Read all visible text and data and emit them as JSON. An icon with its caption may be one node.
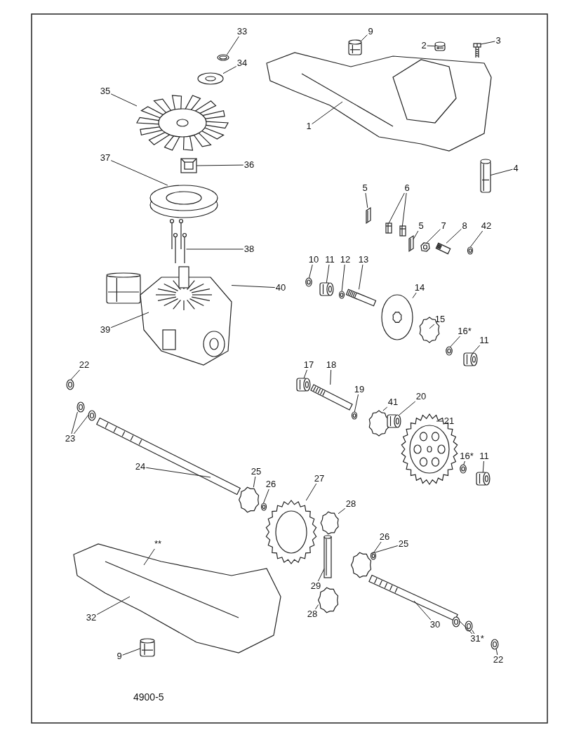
{
  "diagram": {
    "nodes": [
      {
        "text": [
          "33"
        ]
      },
      {
        "text": [
          "9"
        ]
      },
      {
        "text": [
          "2"
        ]
      },
      {
        "text": [
          "3"
        ]
      },
      {
        "text": [
          "34"
        ]
      },
      {
        "text": [
          "35"
        ]
      },
      {
        "text": [
          "1"
        ]
      },
      {
        "text": [
          "36"
        ]
      },
      {
        "text": [
          "37"
        ]
      },
      {
        "text": [
          "4"
        ]
      },
      {
        "text": [
          "5"
        ]
      },
      {
        "text": [
          "6"
        ]
      },
      {
        "text": [
          "5"
        ]
      },
      {
        "text": [
          "7"
        ]
      },
      {
        "text": [
          "8"
        ]
      },
      {
        "text": [
          "42"
        ]
      },
      {
        "text": [
          "38"
        ]
      },
      {
        "text": [
          "10"
        ]
      },
      {
        "text": [
          "11"
        ]
      },
      {
        "text": [
          "12"
        ]
      },
      {
        "text": [
          "13"
        ]
      },
      {
        "text": [
          "40"
        ]
      },
      {
        "text": [
          "14"
        ]
      },
      {
        "text": [
          "15"
        ]
      },
      {
        "text": [
          "16*"
        ]
      },
      {
        "text": [
          "11"
        ]
      },
      {
        "text": [
          "39"
        ]
      },
      {
        "text": [
          "22"
        ]
      },
      {
        "text": [
          "17"
        ]
      },
      {
        "text": [
          "18"
        ]
      },
      {
        "text": [
          "19"
        ]
      },
      {
        "text": [
          "41"
        ]
      },
      {
        "text": [
          "20"
        ]
      },
      {
        "text": [
          "21"
        ]
      },
      {
        "text": [
          "23"
        ]
      },
      {
        "text": [
          "24"
        ]
      },
      {
        "text": [
          "16*"
        ]
      },
      {
        "text": [
          "11"
        ]
      },
      {
        "text": [
          "25"
        ]
      },
      {
        "text": [
          "26"
        ]
      },
      {
        "text": [
          "27"
        ]
      },
      {
        "text": [
          "28"
        ]
      },
      {
        "text": [
          "**"
        ]
      },
      {
        "text": [
          "26"
        ]
      },
      {
        "text": [
          "25"
        ]
      },
      {
        "text": [
          "29"
        ]
      },
      {
        "text": [
          "32"
        ]
      },
      {
        "text": [
          "28"
        ]
      },
      {
        "text": [
          "30"
        ]
      },
      {
        "text": [
          "31*"
        ]
      },
      {
        "text": [
          "22"
        ]
      },
      {
        "text": [
          "9"
        ]
      },
      {
        "text": [],
        "shape": "picture"
      },
      {
        "text": [],
        "shape": "picture"
      },
      {
        "text": [],
        "shape": "picture"
      },
      {
        "text": [],
        "shape": "picture"
      },
      {
        "text": [],
        "shape": "picture"
      },
      {
        "text": [],
        "shape": "picture"
      },
      {
        "text": [],
        "shape": "picture"
      },
      {
        "text": [],
        "shape": "picture"
      },
      {
        "text": [],
        "shape": "picture"
      },
      {
        "text": [],
        "shape": "picture"
      },
      {
        "text": [],
        "shape": "picture"
      },
      {
        "text": [],
        "shape": "picture"
      },
      {
        "text": [],
        "shape": "picture"
      },
      {
        "text": [],
        "shape": "picture"
      },
      {
        "text": [],
        "shape": "picture"
      },
      {
        "text": [],
        "shape": "picture"
      },
      {
        "text": [],
        "shape": "picture"
      },
      {
        "text": [],
        "shape": "picture"
      },
      {
        "text": [],
        "shape": "picture"
      },
      {
        "text": [],
        "shape": "picture"
      },
      {
        "text": [],
        "shape": "picture"
      },
      {
        "text": [],
        "shape": "picture"
      },
      {
        "text": [],
        "shape": "picture"
      },
      {
        "text": [],
        "shape": "picture"
      },
      {
        "text": [],
        "shape": "picture"
      },
      {
        "text": [],
        "shape": "picture"
      },
      {
        "text": [],
        "shape": "picture"
      },
      {
        "text": [],
        "shape": "picture"
      },
      {
        "text": [],
        "shape": "picture"
      },
      {
        "text": [],
        "shape": "picture"
      },
      {
        "text": [],
        "shape": "picture"
      },
      {
        "text": [],
        "shape": "picture"
      },
      {
        "text": [],
        "shape": "picture"
      },
      {
        "text": [],
        "shape": "picture"
      },
      {
        "text": [],
        "shape": "picture"
      },
      {
        "text": [],
        "shape": "picture"
      },
      {
        "text": [],
        "shape": "picture"
      },
      {
        "text": [],
        "shape": "picture"
      },
      {
        "text": [],
        "shape": "picture"
      },
      {
        "text": [],
        "shape": "picture"
      },
      {
        "text": [],
        "shape": "picture"
      },
      {
        "text": [],
        "shape": "picture"
      },
      {
        "text": [],
        "shape": "picture"
      },
      {
        "text": [],
        "shape": "picture"
      },
      {
        "text": [],
        "shape": "picture"
      },
      {
        "text": [],
        "shape": "picture"
      },
      {
        "text": [],
        "shape": "picture"
      },
      {
        "text": [],
        "shape": "picture"
      },
      {
        "text": [],
        "shape": "picture"
      },
      {
        "text": [],
        "shape": "picture"
      },
      {
        "text": [],
        "shape": "picture"
      },
      {
        "text": [],
        "shape": "picture"
      },
      {
        "text": [],
        "shape": "picture"
      }
    ],
    "edges": [
      {
        "from": 0,
        "to": 52,
        "arrow": "none"
      },
      {
        "from": 1,
        "to": 53,
        "arrow": "none"
      },
      {
        "from": 2,
        "to": 54,
        "arrow": "none"
      },
      {
        "from": 3,
        "to": 55,
        "arrow": "none"
      },
      {
        "from": 4,
        "to": 56,
        "arrow": "none"
      },
      {
        "from": 5,
        "to": 57,
        "arrow": "none"
      },
      {
        "from": 6,
        "to": 58,
        "arrow": "none"
      },
      {
        "from": 7,
        "to": 59,
        "arrow": "none"
      },
      {
        "from": 8,
        "to": 60,
        "arrow": "none"
      },
      {
        "from": 9,
        "to": 61,
        "arrow": "none"
      },
      {
        "from": 10,
        "to": 62,
        "arrow": "none"
      },
      {
        "from": 11,
        "to": 63,
        "arrow": "none"
      },
      {
        "from": 11,
        "to": 64,
        "arrow": "none"
      },
      {
        "from": 12,
        "to": 65,
        "arrow": "none"
      },
      {
        "from": 13,
        "to": 66,
        "arrow": "none"
      },
      {
        "from": 14,
        "to": 67,
        "arrow": "none"
      },
      {
        "from": 15,
        "to": 68,
        "arrow": "none"
      },
      {
        "from": 16,
        "to": 69,
        "arrow": "none"
      },
      {
        "from": 17,
        "to": 70,
        "arrow": "none"
      },
      {
        "from": 18,
        "to": 71,
        "arrow": "none"
      },
      {
        "from": 19,
        "to": 72,
        "arrow": "none"
      },
      {
        "from": 20,
        "to": 73,
        "arrow": "none"
      },
      {
        "from": 21,
        "to": 78,
        "arrow": "none"
      },
      {
        "from": 22,
        "to": 74,
        "arrow": "none"
      },
      {
        "from": 23,
        "to": 75,
        "arrow": "none"
      },
      {
        "from": 24,
        "to": 76,
        "arrow": "none"
      },
      {
        "from": 25,
        "to": 77,
        "arrow": "none"
      },
      {
        "from": 26,
        "to": 78,
        "arrow": "none"
      },
      {
        "from": 27,
        "to": 79,
        "arrow": "none"
      },
      {
        "from": 28,
        "to": 80,
        "arrow": "none"
      },
      {
        "from": 29,
        "to": 81,
        "arrow": "none"
      },
      {
        "from": 30,
        "to": 82,
        "arrow": "none"
      },
      {
        "from": 31,
        "to": 83,
        "arrow": "none"
      },
      {
        "from": 32,
        "to": 84,
        "arrow": "none"
      },
      {
        "from": 33,
        "to": 85,
        "arrow": "none"
      },
      {
        "from": 34,
        "to": 86,
        "arrow": "none"
      },
      {
        "from": 34,
        "to": 87,
        "arrow": "none"
      },
      {
        "from": 35,
        "to": 88,
        "arrow": "none"
      },
      {
        "from": 36,
        "to": 89,
        "arrow": "none"
      },
      {
        "from": 37,
        "to": 90,
        "arrow": "none"
      },
      {
        "from": 38,
        "to": 91,
        "arrow": "none"
      },
      {
        "from": 39,
        "to": 92,
        "arrow": "none"
      },
      {
        "from": 40,
        "to": 93,
        "arrow": "none"
      },
      {
        "from": 41,
        "to": 94,
        "arrow": "none"
      },
      {
        "from": 42,
        "to": 95,
        "arrow": "none"
      },
      {
        "from": 43,
        "to": 96,
        "arrow": "none"
      },
      {
        "from": 44,
        "to": 97,
        "arrow": "none"
      },
      {
        "from": 45,
        "to": 98,
        "arrow": "none"
      },
      {
        "from": 46,
        "to": 95,
        "arrow": "none"
      },
      {
        "from": 47,
        "to": 99,
        "arrow": "none"
      },
      {
        "from": 48,
        "to": 100,
        "arrow": "none"
      },
      {
        "from": 49,
        "to": 101,
        "arrow": "none"
      },
      {
        "from": 49,
        "to": 102,
        "arrow": "none"
      },
      {
        "from": 50,
        "to": 103,
        "arrow": "none"
      },
      {
        "from": 51,
        "to": 104,
        "arrow": "none"
      }
    ],
    "labels": [
      "4900-5"
    ]
  }
}
